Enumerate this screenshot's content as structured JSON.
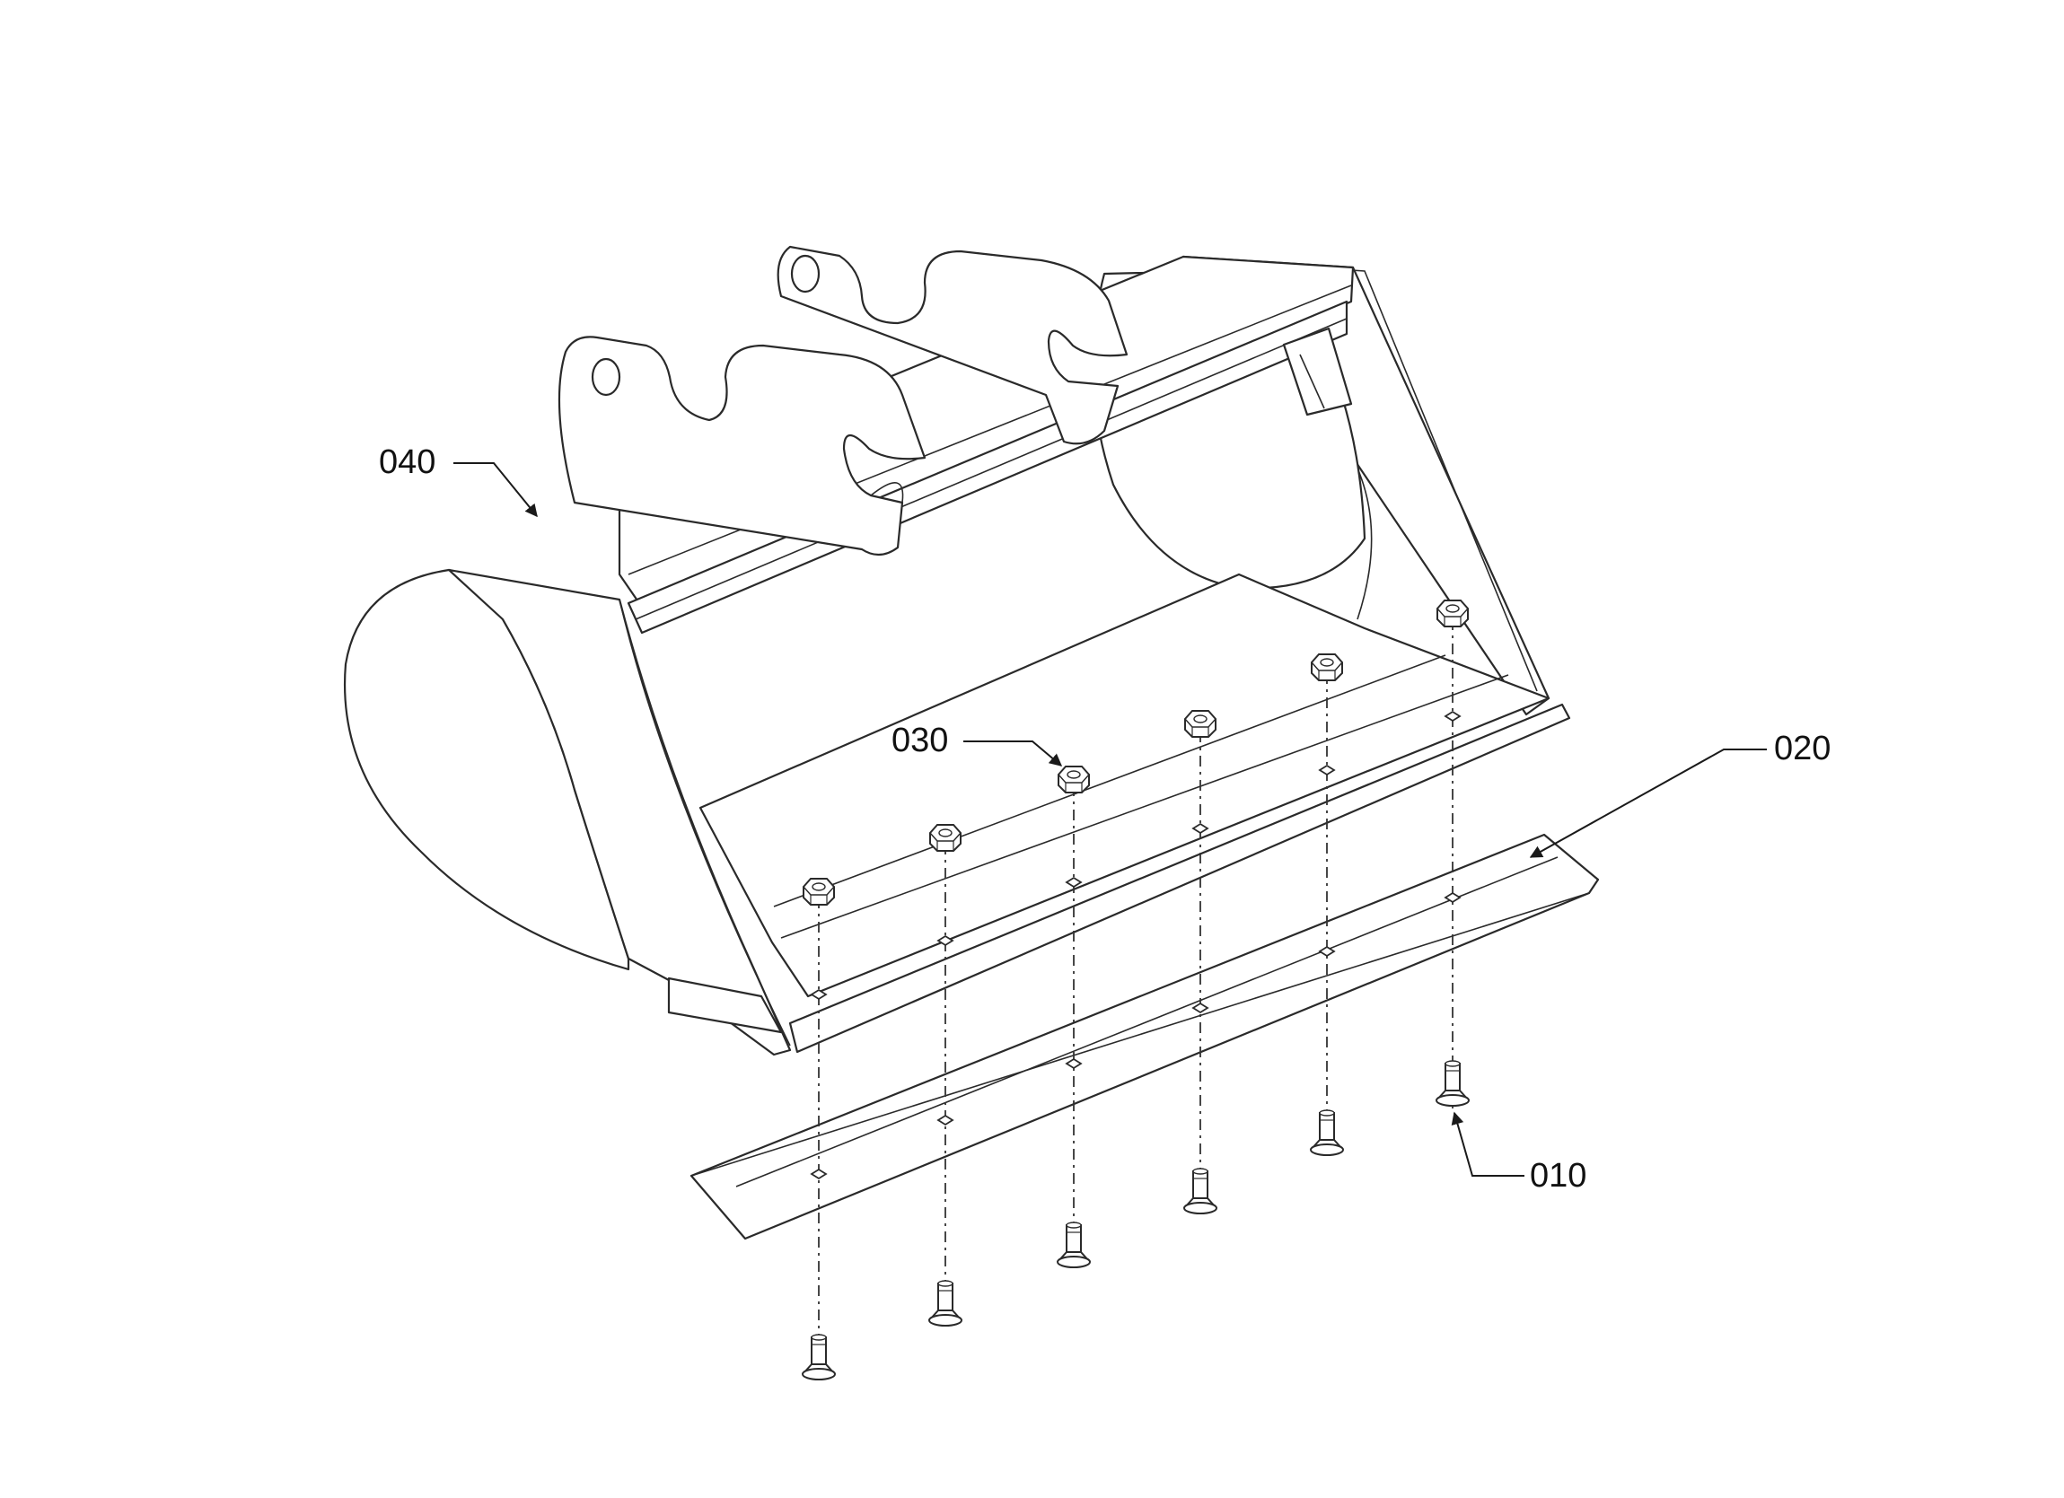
{
  "callouts": {
    "bucket": "040",
    "nut": "030",
    "cutting_edge": "020",
    "bolt": "010"
  },
  "colors": {
    "line": "#2a2a2a",
    "background": "#ffffff"
  },
  "fastener_count": 6
}
